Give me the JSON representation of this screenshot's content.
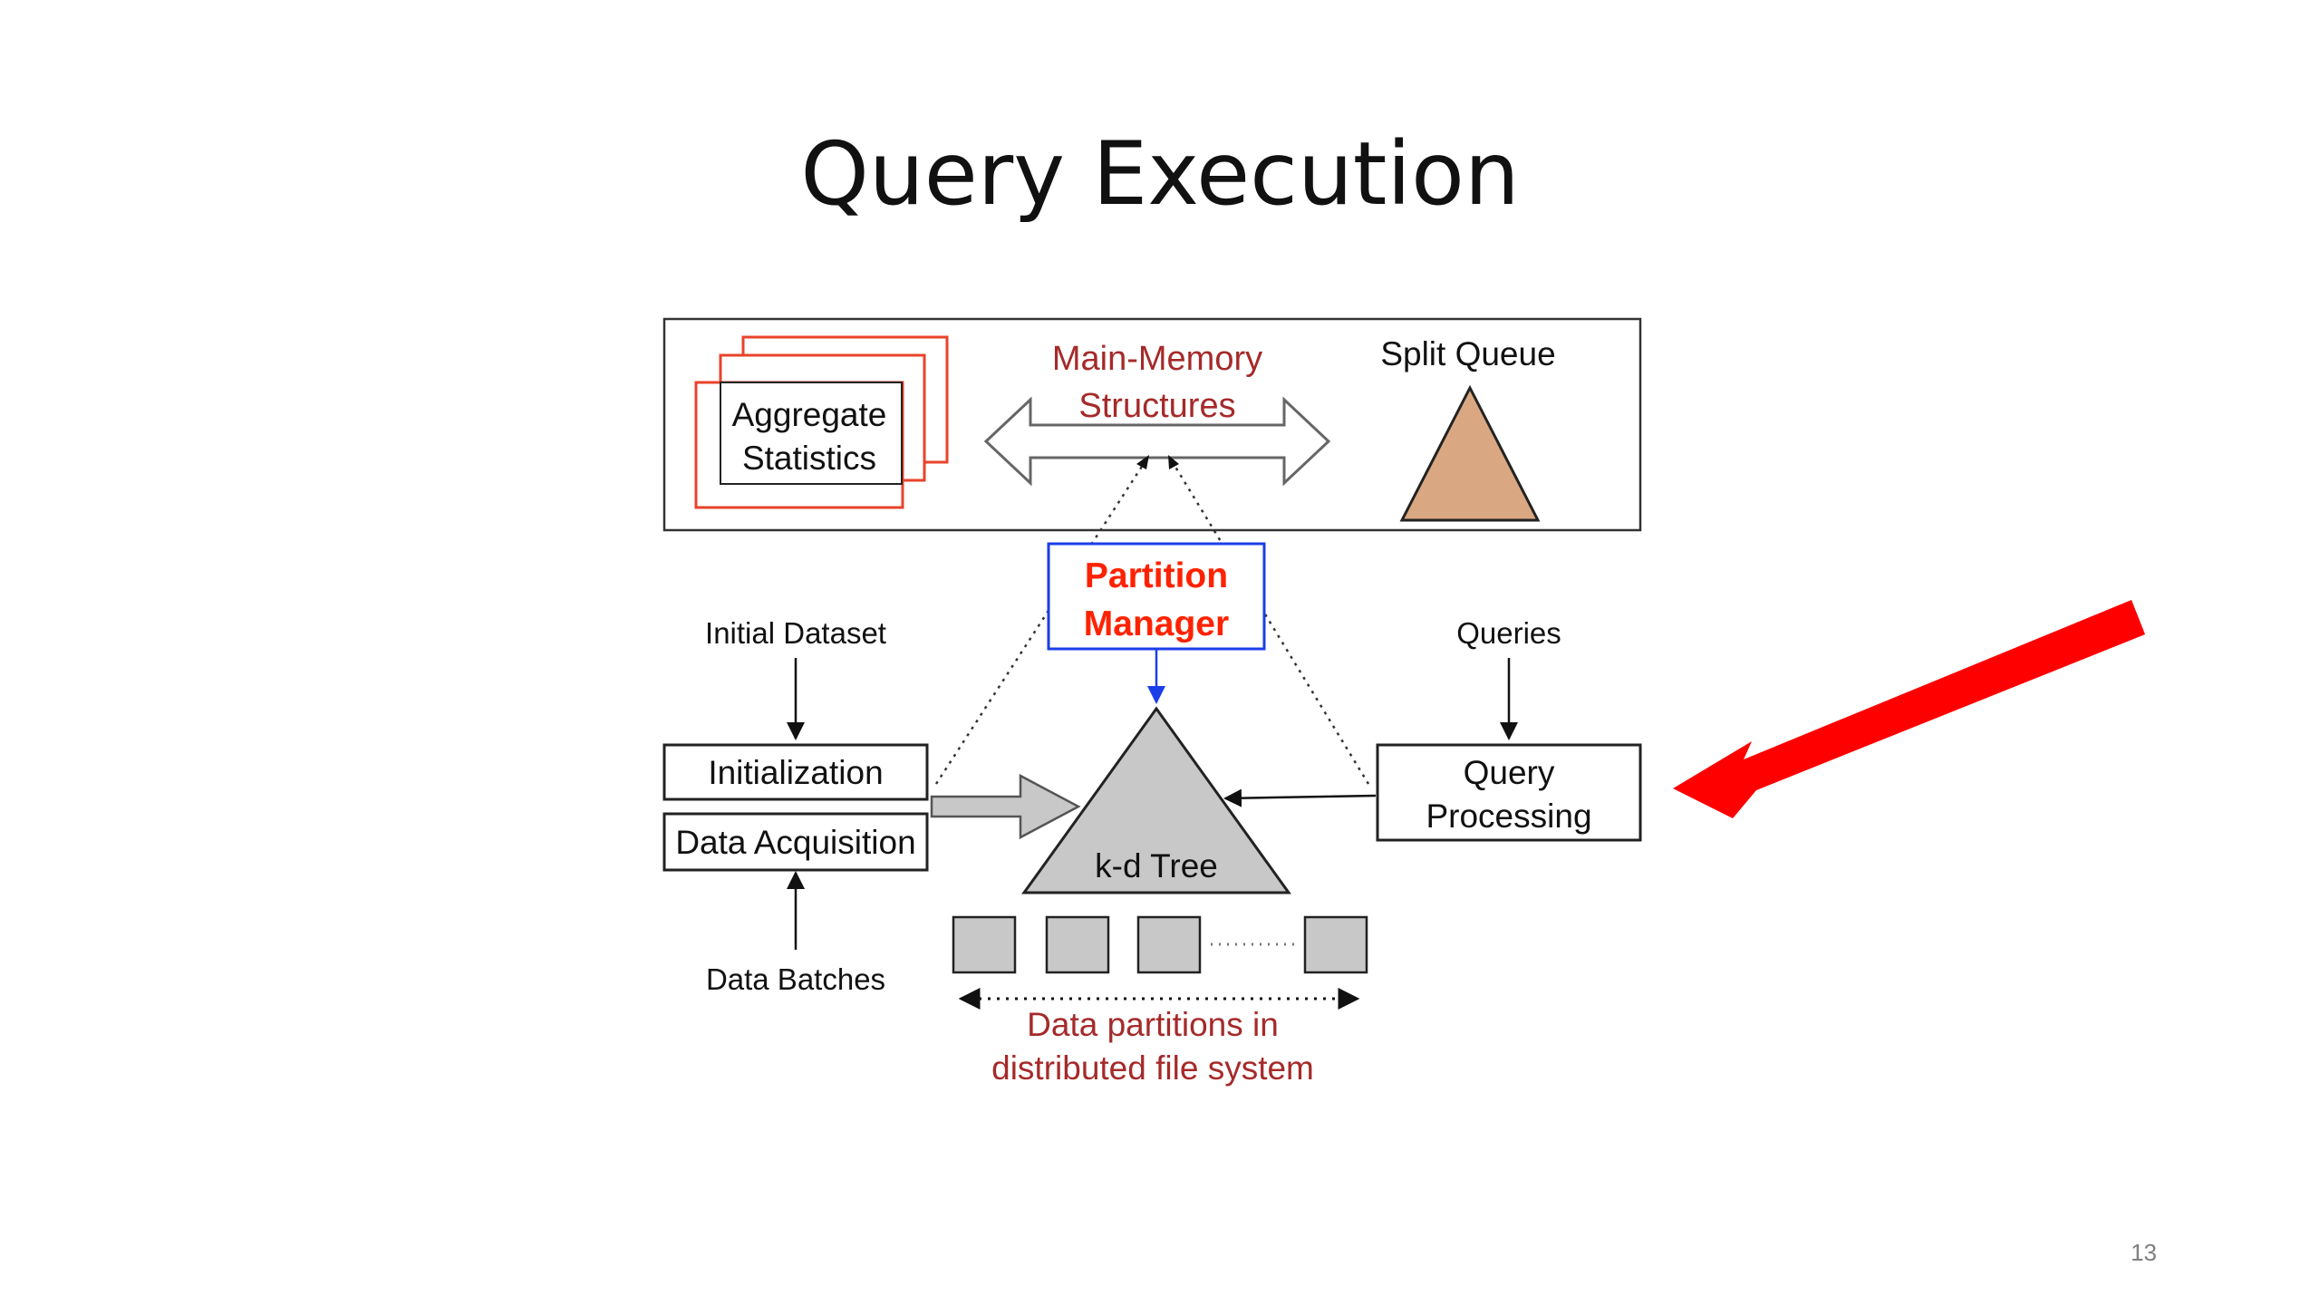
{
  "slide": {
    "title": "Query Execution",
    "page_number": "13"
  },
  "diagram": {
    "aggregate_statistics": [
      "Aggregate",
      "Statistics"
    ],
    "main_memory_structures": [
      "Main-Memory",
      "Structures"
    ],
    "split_queue": "Split Queue",
    "partition_manager": [
      "Partition",
      "Manager"
    ],
    "initial_dataset": "Initial Dataset",
    "queries": "Queries",
    "initialization": "Initialization",
    "data_acquisition": "Data Acquisition",
    "kd_tree": "k-d Tree",
    "query_processing": [
      "Query",
      "Processing"
    ],
    "data_batches": "Data Batches",
    "data_partitions": [
      "Data partitions in",
      "distributed file system"
    ]
  },
  "colors": {
    "dark_red_text": "#a52a2a",
    "partition_red": "#ff2200",
    "partition_blue": "#1a3ee8",
    "stack_red": "#e8432b",
    "split_queue_fill": "#d9a882",
    "gray_fill": "#c8c8c8",
    "pointer_arrow": "#ff0000"
  },
  "icons": {
    "pointer": "red-pointer-arrow-icon"
  }
}
